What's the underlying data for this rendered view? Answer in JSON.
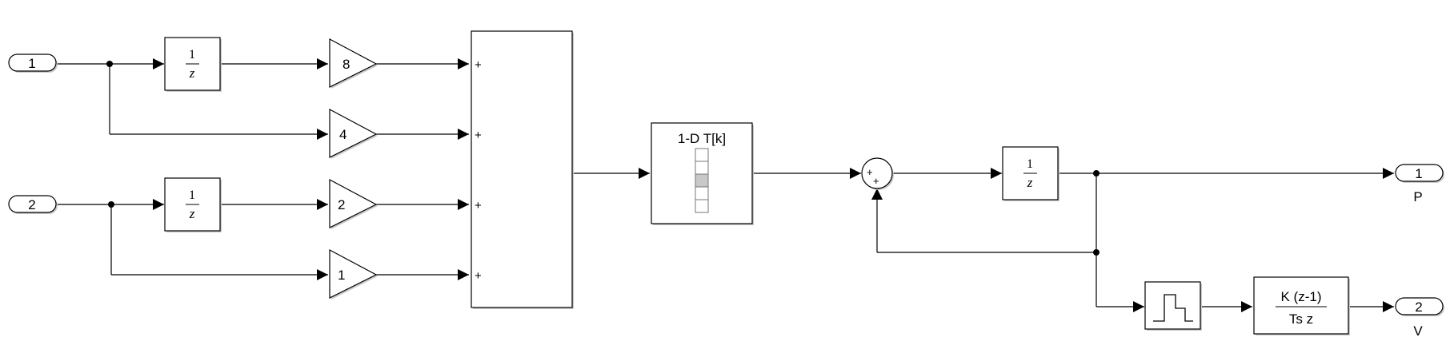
{
  "inports": [
    {
      "label": "1"
    },
    {
      "label": "2"
    }
  ],
  "outports": [
    {
      "label": "1",
      "name": "P"
    },
    {
      "label": "2",
      "name": "V"
    }
  ],
  "unit_delays": [
    {
      "num": "1",
      "den": "z"
    },
    {
      "num": "1",
      "den": "z"
    },
    {
      "num": "1",
      "den": "z"
    }
  ],
  "gains": [
    "8",
    "4",
    "2",
    "1"
  ],
  "sum_signs": [
    "+",
    "+",
    "+",
    "+"
  ],
  "sum2_signs": [
    "+",
    "+"
  ],
  "lookup": {
    "title": "1-D T[k]"
  },
  "discrete_derivative": {
    "num": "K (z-1)",
    "den": "Ts z"
  }
}
